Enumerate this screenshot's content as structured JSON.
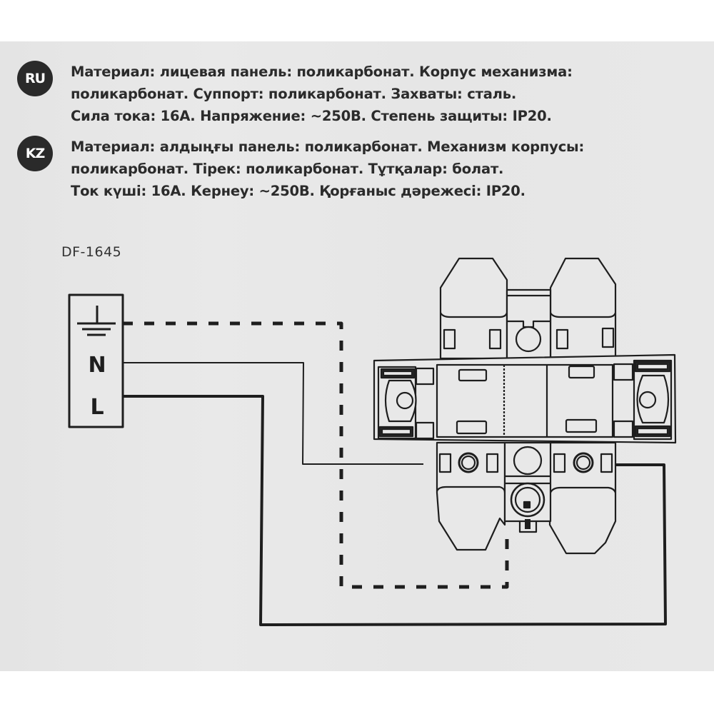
{
  "specs": [
    {
      "lang": "RU",
      "lines": [
        "Материал: лицевая панель: поликарбонат. Корпус механизма:",
        "поликарбонат. Суппорт: поликарбонат. Захваты: сталь.",
        "Сила тока: 16А. Напряжение: ~250В. Степень защиты: IP20."
      ]
    },
    {
      "lang": "KZ",
      "lines": [
        "Материал: алдыңғы панель: поликарбонат. Механизм корпусы:",
        "поликарбонат. Тірек: поликарбонат. Тұтқалар: болат.",
        "Ток күші: 16А. Кернеу: ~250В. Қорғаныс дәрежесі: IP20."
      ]
    }
  ],
  "diagram": {
    "model": "DF-1645",
    "terminals": [
      {
        "label": "⏚",
        "name": "earth",
        "wire": "dashed"
      },
      {
        "label": "N",
        "name": "neutral",
        "wire": "thin"
      },
      {
        "label": "L",
        "name": "line",
        "wire": "thick"
      }
    ],
    "device": "double socket mechanism (top view)"
  },
  "colors": {
    "ink": "#1e1e1e",
    "paper": "#e6e6e6",
    "badge": "#2a2a2a"
  }
}
